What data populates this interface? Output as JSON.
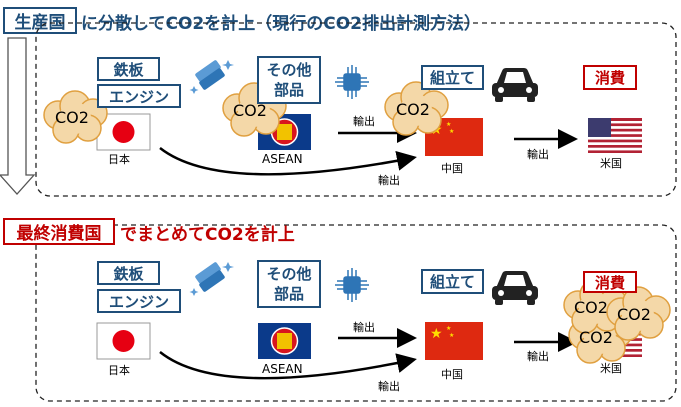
{
  "section1": {
    "badge": "生産国",
    "title": "に分散してCO2を計上（現行のCO2排出計測方法）"
  },
  "section2": {
    "badge": "最終消費国",
    "title": "でまとめてCO2を計上"
  },
  "labels": {
    "steel": "鉄板",
    "engine": "エンジン",
    "other_parts": "その他\n部品",
    "assembly": "組立て",
    "consumption": "消費"
  },
  "countries": {
    "japan": "日本",
    "asean": "ASEAN",
    "china": "中国",
    "usa": "米国"
  },
  "arrows": {
    "export": "輸出"
  },
  "co2": "CO2",
  "colors": {
    "navy": "#1f4e79",
    "red": "#c00000",
    "cloud": "#f4d8a8",
    "cloud_edge": "#e0a040"
  },
  "icons": [
    "steel-sheet-icon",
    "chip-icon",
    "car-icon"
  ]
}
